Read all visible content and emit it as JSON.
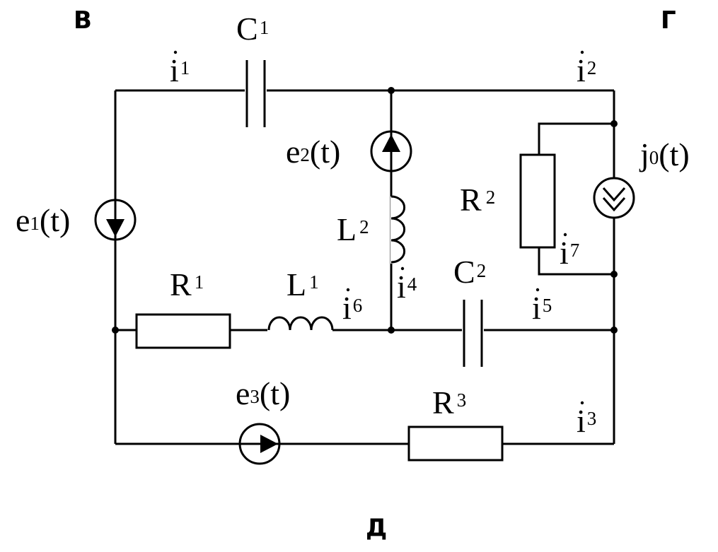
{
  "nodes": {
    "v": "В",
    "g": "Г",
    "d": "Д"
  },
  "components": {
    "c1": {
      "main": "C",
      "sub": "1"
    },
    "c2": {
      "main": "C",
      "sub": "2"
    },
    "r1": {
      "main": "R",
      "sub": "1"
    },
    "r2": {
      "main": "R",
      "sub": "2"
    },
    "r3": {
      "main": "R",
      "sub": "3"
    },
    "l1": {
      "main": "L",
      "sub": "1"
    },
    "l2": {
      "main": "L",
      "sub": "2"
    },
    "e1": {
      "main": "e",
      "sub": "1",
      "arg": "(t)"
    },
    "e2": {
      "main": "e",
      "sub": "2",
      "arg": "(t)"
    },
    "e3": {
      "main": "e",
      "sub": "3",
      "arg": "(t)"
    },
    "j0": {
      "main": "j",
      "sub": "0",
      "arg": "(t)"
    }
  },
  "currents": {
    "i1": {
      "main": "i",
      "sub": "1"
    },
    "i2": {
      "main": "i",
      "sub": "2"
    },
    "i3": {
      "main": "i",
      "sub": "3"
    },
    "i4": {
      "main": "i",
      "sub": "4"
    },
    "i5": {
      "main": "i",
      "sub": "5"
    },
    "i6": {
      "main": "i",
      "sub": "6"
    },
    "i7": {
      "main": "i",
      "sub": "7"
    }
  }
}
